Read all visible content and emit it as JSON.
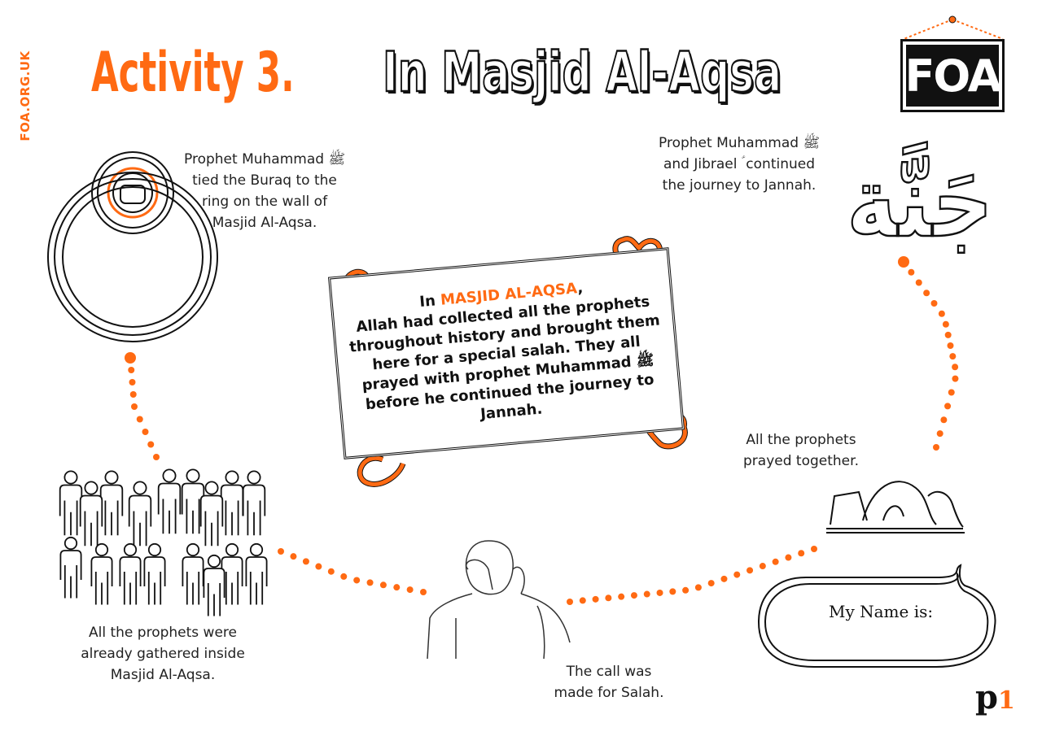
{
  "side_text": "FOA.ORG.UK",
  "title": {
    "prefix": "Activity 3.",
    "main": "In Masjid Al-Aqsa"
  },
  "logo": "FOA",
  "arabic_word": "جَنَّة",
  "captions": {
    "ring": [
      "Prophet Muhammad ﷺ",
      "tied the Buraq to the",
      "ring on the wall of",
      "Masjid Al-Aqsa."
    ],
    "jannah": [
      "Prophet Muhammad ﷺ",
      "and Jibrael ؑ continued",
      "the journey to Jannah."
    ],
    "gathered": [
      "All the prophets were",
      "already gathered inside",
      "Masjid Al-Aqsa."
    ],
    "call": [
      "The call was",
      "made for Salah."
    ],
    "prayed": [
      "All the prophets",
      "prayed together."
    ]
  },
  "story": {
    "in": "In ",
    "highlight": "MASJID AL-AQSA",
    "comma": ",",
    "body": "Allah had collected all the prophets throughout history and brought them here for a special salah. They all prayed with prophet Muhammad ﷺ before he continued the journey to Jannah."
  },
  "name_label": "My Name is:",
  "page": {
    "letter": "p",
    "number": "1"
  },
  "colors": {
    "accent": "#ff6a13",
    "ink": "#111111"
  }
}
